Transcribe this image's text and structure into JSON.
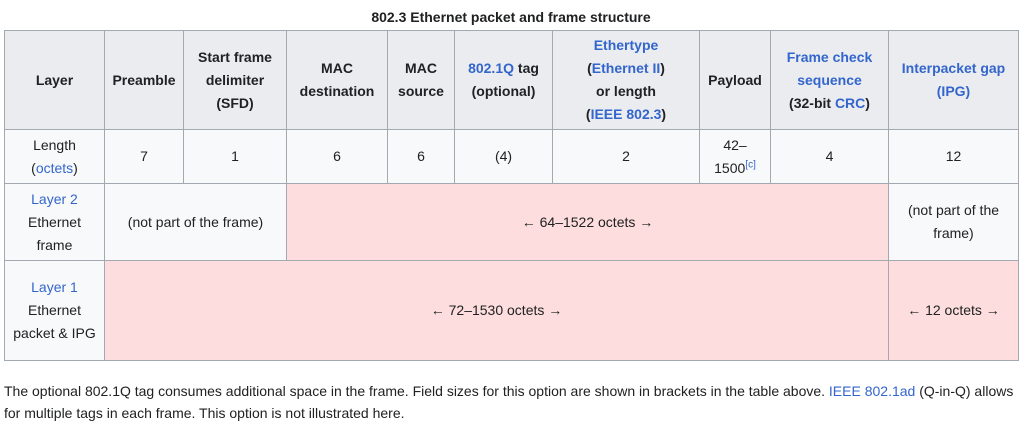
{
  "caption": "802.3 Ethernet packet and frame structure",
  "headers": {
    "layer": "Layer",
    "preamble": "Preamble",
    "sfd": "Start frame delimiter (SFD)",
    "mac_dst": "MAC destination",
    "mac_src": "MAC source",
    "tag_link": "802.1Q",
    "tag_rest": " tag (optional)",
    "ethertype_link": "Ethertype",
    "ethertype_open": "(",
    "ethernet2_link": "Ethernet II",
    "ethertype_close": ")",
    "or_length": "or length",
    "ieee_open": "(",
    "ieee_link": "IEEE 802.3",
    "ieee_close": ")",
    "payload": "Payload",
    "fcs_link": "Frame check sequence",
    "crc_pre": "(32-bit ",
    "crc_link": "CRC",
    "crc_post": ")",
    "ipg_link": "Interpacket gap (IPG)"
  },
  "length_row": {
    "label": "Length",
    "unit_open": "(",
    "unit_link": "octets",
    "unit_close": ")",
    "preamble": "7",
    "sfd": "1",
    "mac_dst": "6",
    "mac_src": "6",
    "tag": "(4)",
    "ethertype": "2",
    "payload": "42–1500",
    "payload_ref": "[c]",
    "fcs": "4",
    "ipg": "12"
  },
  "layer2_row": {
    "label_link": "Layer 2",
    "label_rest": "Ethernet frame",
    "not_part_left": "(not part of the frame)",
    "span": "← 64–1522 octets →",
    "not_part_right": "(not part of the frame)"
  },
  "layer1_row": {
    "label_link": "Layer 1",
    "label_rest": "Ethernet packet & IPG",
    "span": "← 72–1530 octets →",
    "ipg_span": "← 12 octets →"
  },
  "footnote": {
    "text1": "The optional 802.1Q tag consumes additional space in the frame. Field sizes for this option are shown in brackets in the table above. ",
    "link": "IEEE 802.1ad",
    "text2": " (Q-in-Q) allows for multiple tags in each frame. This option is not illustrated here."
  },
  "colors": {
    "header_bg": "#eaecf0",
    "cell_bg": "#f8f9fa",
    "frame_span_bg": "#fddddd",
    "link": "#3366cc",
    "border": "#a2a9b1"
  }
}
